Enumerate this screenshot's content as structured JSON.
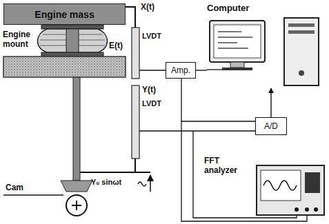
{
  "diagram": {
    "nodes": [
      {
        "text": [
          "Engine mass"
        ]
      },
      {
        "text": [
          "Computer"
        ]
      },
      {
        "text": [
          "Amp."
        ]
      },
      {
        "text": [
          "A/D"
        ]
      },
      {
        "text": [
          "FFT analyzer"
        ]
      }
    ],
    "edges": [
      {
        "from": 2,
        "to": 1,
        "arrow": "none"
      },
      {
        "from": 3,
        "to": 1,
        "arrow": "to"
      }
    ],
    "labels": [
      "Engine mount",
      "X(t)",
      "LVDT",
      "E(t)",
      "Y(t)",
      "LVDT",
      "Cam",
      "Y₀ sinωt"
    ]
  }
}
